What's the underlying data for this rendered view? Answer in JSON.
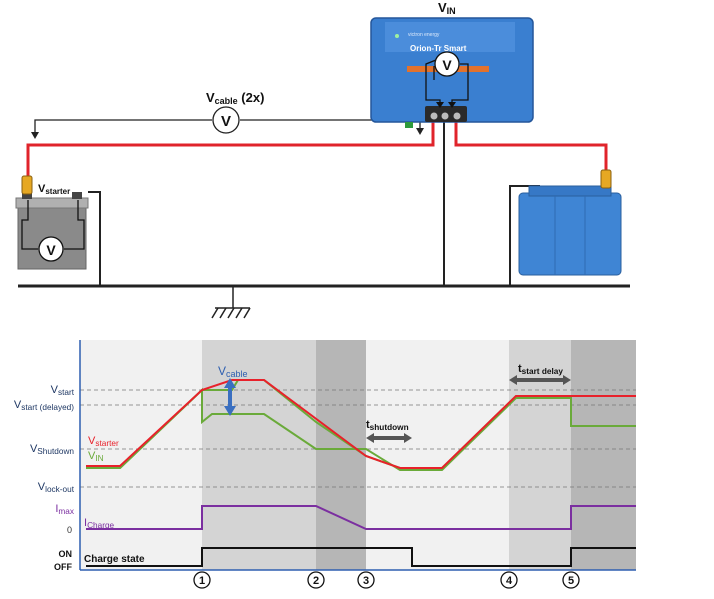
{
  "circuit": {
    "vin_label": "V",
    "vin_sub": "IN",
    "vcable_label": "V",
    "vcable_sub": "cable",
    "vcable_suffix": " (2x)",
    "vstarter_label": "V",
    "vstarter_sub": "starter",
    "meter_letter": "V",
    "device_name": "Orion-Tr Smart",
    "device_brand": "victron energy",
    "colors": {
      "wire_red": "#e0242b",
      "wire_black": "#222222",
      "device_blue": "#3a7fd0",
      "battery_blue": "#3f85d4",
      "starter_grey": "#8a8a8a"
    }
  },
  "timing": {
    "y_labels": {
      "vstart": "V",
      "vstart_sub": "start",
      "vstart_delayed": "V",
      "vstart_delayed_sub": "start (delayed)",
      "vshutdown": "V",
      "vshutdown_sub": "Shutdown",
      "vlockout": "V",
      "vlockout_sub": "lock-out",
      "imax": "I",
      "imax_sub": "max",
      "zero": "0",
      "on": "ON",
      "off": "OFF"
    },
    "legend": {
      "starter": "V",
      "starter_sub": "starter",
      "vin": "V",
      "vin_sub": "IN",
      "icharge": "I",
      "icharge_sub": "Charge",
      "charge_state": "Charge state"
    },
    "annotations": {
      "vcable": "V",
      "vcable_sub": "cable",
      "tshutdown": "t",
      "tshutdown_sub": "shutdown",
      "tstart_delay": "t",
      "tstart_delay_sub": "start delay"
    },
    "markers": [
      "1",
      "2",
      "3",
      "4",
      "5"
    ],
    "colors": {
      "starter": "#e8212b",
      "vin": "#6aaa3a",
      "icharge": "#7b2fa0",
      "state": "#111111",
      "axis": "#2e5fb0"
    }
  }
}
